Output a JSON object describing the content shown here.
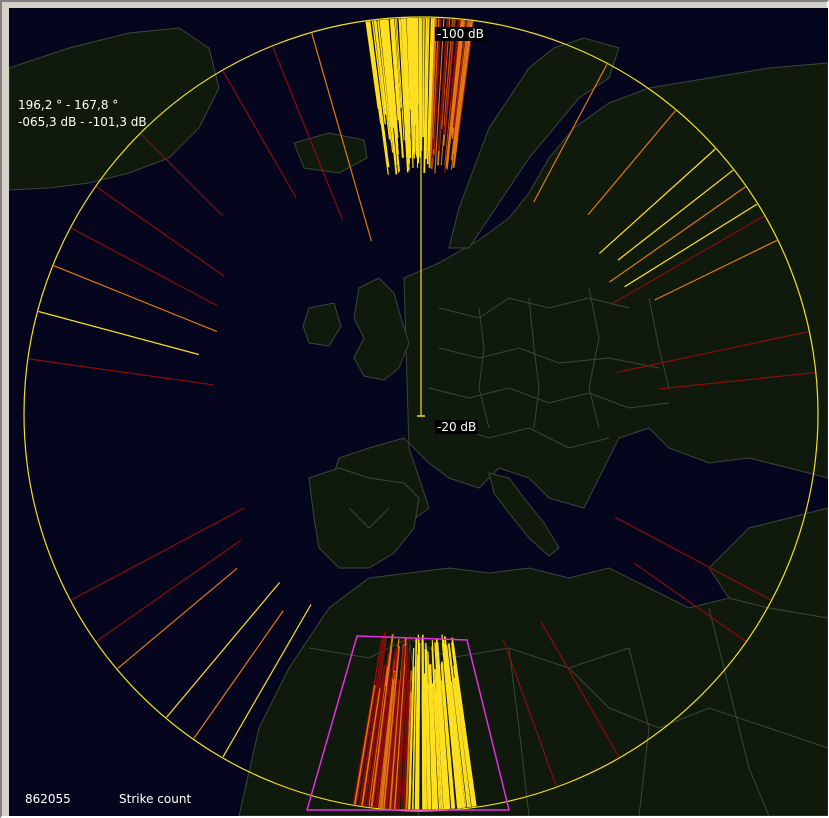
{
  "readout": {
    "angle_range": "196,2 ° - 167,8 °",
    "db_range": "-065,3 dB - -101,3 dB"
  },
  "scale": {
    "outer_label": "-100 dB",
    "center_label": "-20 dB"
  },
  "footer": {
    "count": "862055",
    "mode_label": "Strike count"
  },
  "colors": {
    "ocean": "#05061e",
    "land": "#0f1a0c",
    "border_lines": "#3a463a",
    "range_circle": "#f0e020",
    "selection_box": "#e030e0",
    "strike_yellow": "#ffe020",
    "strike_orange": "#e07a10",
    "strike_dark_red": "#8a0c0c"
  },
  "map_view": {
    "center_lat": 46.5,
    "center_lon": 2.0,
    "description_icon": "azimuthal-lightning-direction-map"
  }
}
